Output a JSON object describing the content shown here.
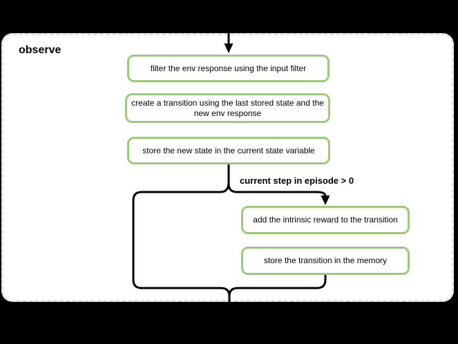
{
  "diagram": {
    "title": "observe",
    "condition_label": "current step in episode > 0",
    "nodes": [
      {
        "id": "filter-env-response",
        "label": "filter the env response using the input filter"
      },
      {
        "id": "create-transition",
        "label": "create a transition using the last stored state and the new env response"
      },
      {
        "id": "store-new-state",
        "label": "store the new state in the current state variable"
      },
      {
        "id": "add-intrinsic-reward",
        "label": "add the intrinsic reward to the transition"
      },
      {
        "id": "store-transition",
        "label": "store the transition in the memory"
      }
    ],
    "colors": {
      "background": "#000000",
      "panel_fill": "#ffffff",
      "panel_border": "#e3e3e3",
      "node_fill": "#ffffff",
      "node_border": "#99cc77",
      "line": "#000000",
      "text": "#000000"
    }
  }
}
